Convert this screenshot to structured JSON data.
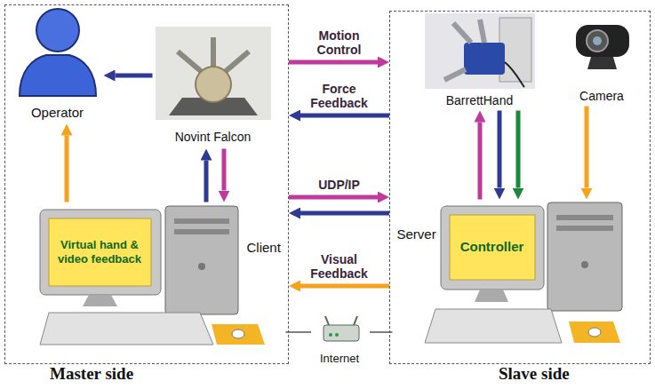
{
  "diagram": {
    "nodes": [
      {
        "text": [
          "Master side"
        ]
      },
      {
        "text": [
          "Operator"
        ],
        "in": 0
      },
      {
        "text": [
          "Novint Falcon"
        ],
        "in": 0
      },
      {
        "text": [
          "Virtual hand & video feedback",
          "Client"
        ],
        "in": 0
      },
      {
        "text": [
          "Slave side"
        ]
      },
      {
        "text": [
          "BarrettHand"
        ],
        "in": 4
      },
      {
        "text": [
          "Camera"
        ],
        "in": 4
      },
      {
        "text": [
          "Controller",
          "Server"
        ],
        "in": 4
      },
      {
        "text": [
          "Internet"
        ]
      }
    ],
    "edges": [
      {
        "from": 0,
        "to": 4,
        "arrow": "to",
        "label": "Motion Control"
      },
      {
        "from": 4,
        "to": 0,
        "arrow": "to",
        "label": "Force Feedback"
      },
      {
        "from": 0,
        "to": 4,
        "arrow": "to",
        "label": "UDP/IP"
      },
      {
        "from": 4,
        "to": 0,
        "arrow": "to"
      },
      {
        "from": 4,
        "to": 0,
        "arrow": "to",
        "label": "Visual Feedback"
      },
      {
        "from": 2,
        "to": 1,
        "arrow": "to"
      },
      {
        "from": 3,
        "to": 1,
        "arrow": "to"
      },
      {
        "from": 3,
        "to": 2,
        "arrow": "to"
      },
      {
        "from": 2,
        "to": 3,
        "arrow": "to"
      },
      {
        "from": 7,
        "to": 5,
        "arrow": "to"
      },
      {
        "from": 5,
        "to": 7,
        "arrow": "to"
      },
      {
        "from": 5,
        "to": 7,
        "arrow": "to"
      },
      {
        "from": 6,
        "to": 7,
        "arrow": "to"
      },
      {
        "from": 3,
        "to": 8,
        "arrow": "none"
      },
      {
        "from": 8,
        "to": 7,
        "arrow": "none"
      }
    ]
  }
}
